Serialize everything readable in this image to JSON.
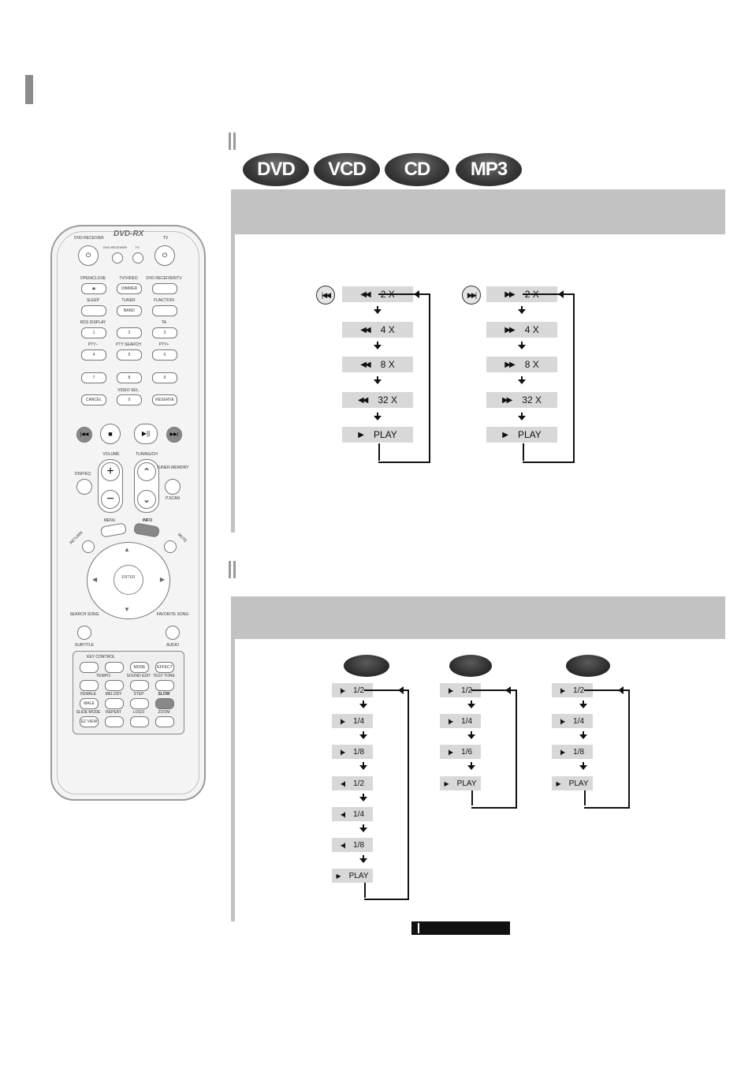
{
  "discs": [
    "DVD",
    "VCD",
    "CD",
    "MP3"
  ],
  "remote": {
    "brand": "DVD-RX",
    "labels": {
      "dvd_receiver": "DVD RECEIVER",
      "tv": "TV",
      "mode_dvd": "DVD RECEIVER",
      "mode_tv": "TV",
      "open_close": "OPEN/CLOSE",
      "tv_video": "TV/VIDEO",
      "dvd_receiver_tv": "DVD RECEIVER/TV",
      "dimmer": "DIMMER",
      "sleep": "SLEEP",
      "tuner": "TUNER",
      "band": "BAND",
      "function": "FUNCTION",
      "rds_display": "RDS DISPLAY",
      "ta": "TA",
      "pty_minus": "PTY–",
      "pty_search": "PTY SEARCH",
      "pty_plus": "PTY+",
      "video_sel": "VIDEO SEL.",
      "cancel": "CANCEL",
      "reserve": "RESERVE",
      "volume": "VOLUME",
      "tuning_ch": "TUNING/CH",
      "disp_eq": "DISP/EQ",
      "tuner_memory": "TUNER MEMORY",
      "pscan": "P.SCAN",
      "menu": "MENU",
      "info": "INFO",
      "return": "RETURN",
      "mute": "MUTE",
      "enter": "ENTER",
      "search_song": "SEARCH SONG",
      "favorite_song": "FAVORITE SONG",
      "subtitle": "SUBTITLE",
      "audio": "AUDIO",
      "key_control": "KEY CONTROL",
      "tempo": "TEMPO",
      "sound_edit": "SOUND EDIT",
      "test_tone": "TEST TONE",
      "mode": "MODE",
      "effect": "EFFECT",
      "female": "FEMALE",
      "male": "MALE",
      "melody": "MELODY",
      "step": "STEP",
      "slow": "SLOW",
      "slide_mode": "SLIDE MODE",
      "ez_view": "EZ VIEW",
      "repeat": "REPEAT",
      "logo": "LOGO",
      "zoom": "ZOOM"
    },
    "digits": [
      "1",
      "2",
      "3",
      "4",
      "5",
      "6",
      "7",
      "8",
      "9",
      "0"
    ]
  },
  "search": {
    "reverse": [
      "2 X",
      "4 X",
      "8 X",
      "32 X",
      "PLAY"
    ],
    "forward": [
      "2 X",
      "4 X",
      "8 X",
      "32 X",
      "PLAY"
    ]
  },
  "slow": {
    "col1": [
      "1/2",
      "1/4",
      "1/8",
      "1/2",
      "1/4",
      "1/8",
      "PLAY"
    ],
    "col2": [
      "1/2",
      "1/4",
      "1/6",
      "PLAY"
    ],
    "col3": [
      "1/2",
      "1/4",
      "1/8",
      "PLAY"
    ]
  }
}
